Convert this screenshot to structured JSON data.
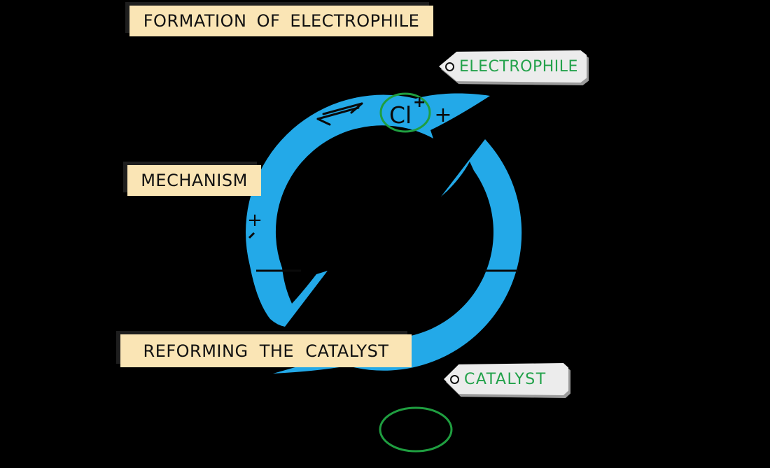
{
  "labels": {
    "formation": "FORMATION OF ELECTROPHILE",
    "mechanism": "MECHANISM",
    "reforming": "REFORMING  THE  CATALYST"
  },
  "tags": {
    "electrophile": "ELECTROPHILE",
    "catalyst": "CATALYST"
  },
  "cycle": {
    "chlorine_symbol": "Cl",
    "chlorine_charge": "+",
    "plus_after_electrophile": "+",
    "plus_left_side": "+"
  },
  "colors": {
    "background": "#000000",
    "arrow_blue": "#23A9E8",
    "label_cream": "#FAE5B5",
    "green_highlight": "#1F9E40",
    "tag_background": "#ECECEC",
    "tag_text_green": "#23A24B",
    "ink_black": "#0a0a0a"
  }
}
